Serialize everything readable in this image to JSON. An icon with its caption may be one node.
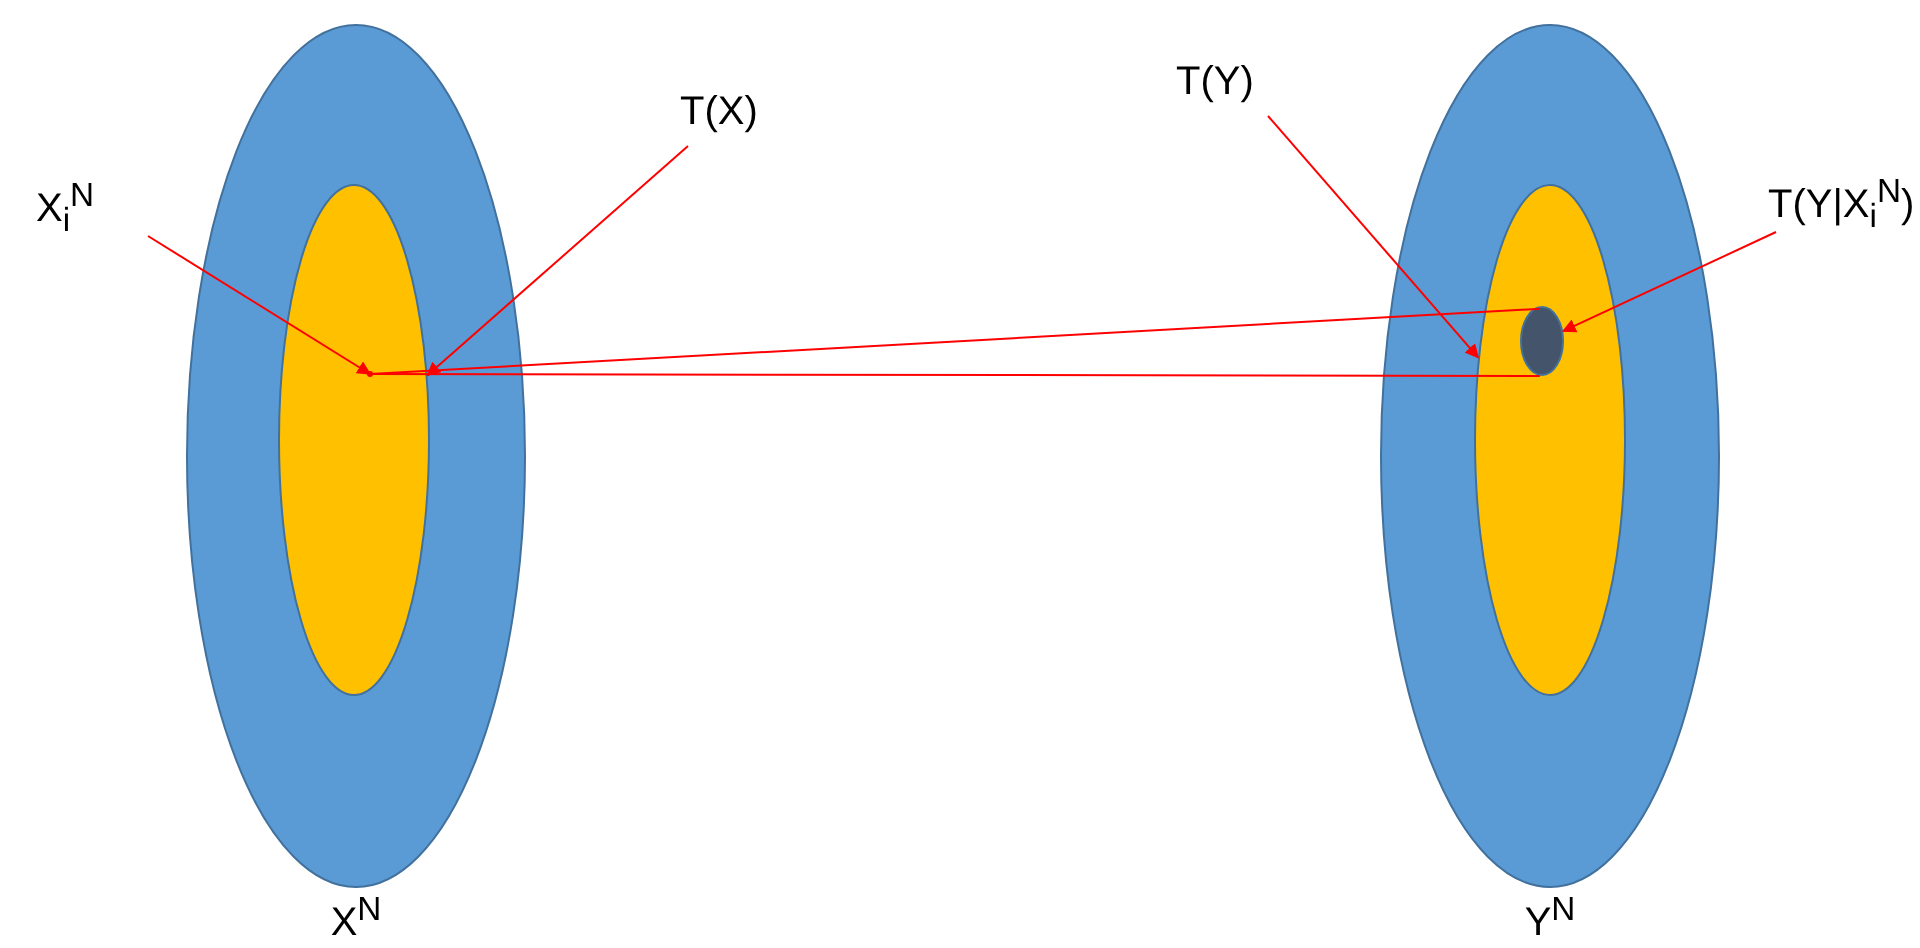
{
  "diagram": {
    "nodes": [
      {
        "text": [
          "X$^{N}$"
        ]
      },
      {
        "text": [],
        "shape": "ellipse",
        "in": 0
      },
      {
        "text": [],
        "shape": "point",
        "in": 1
      },
      {
        "text": [
          "X$_{i}$$^{N}$"
        ]
      },
      {
        "text": [
          "T(X)"
        ]
      },
      {
        "text": [
          "Y$^{N}$"
        ]
      },
      {
        "text": [],
        "shape": "ellipse",
        "in": 5
      },
      {
        "text": [],
        "shape": "ellipse",
        "in": 6
      },
      {
        "text": [
          "T(Y)"
        ]
      },
      {
        "text": [
          "T(Y|X$_{i}$$^{N}$)"
        ]
      }
    ],
    "edges": [
      {
        "from": 3,
        "to": 2,
        "arrow": "to"
      },
      {
        "from": 4,
        "to": 1,
        "arrow": "to"
      },
      {
        "from": 8,
        "to": 6,
        "arrow": "to"
      },
      {
        "from": 9,
        "to": 7,
        "arrow": "to"
      },
      {
        "from": 2,
        "to": 7,
        "arrow": "none"
      },
      {
        "from": 2,
        "to": 7,
        "arrow": "none"
      }
    ]
  }
}
